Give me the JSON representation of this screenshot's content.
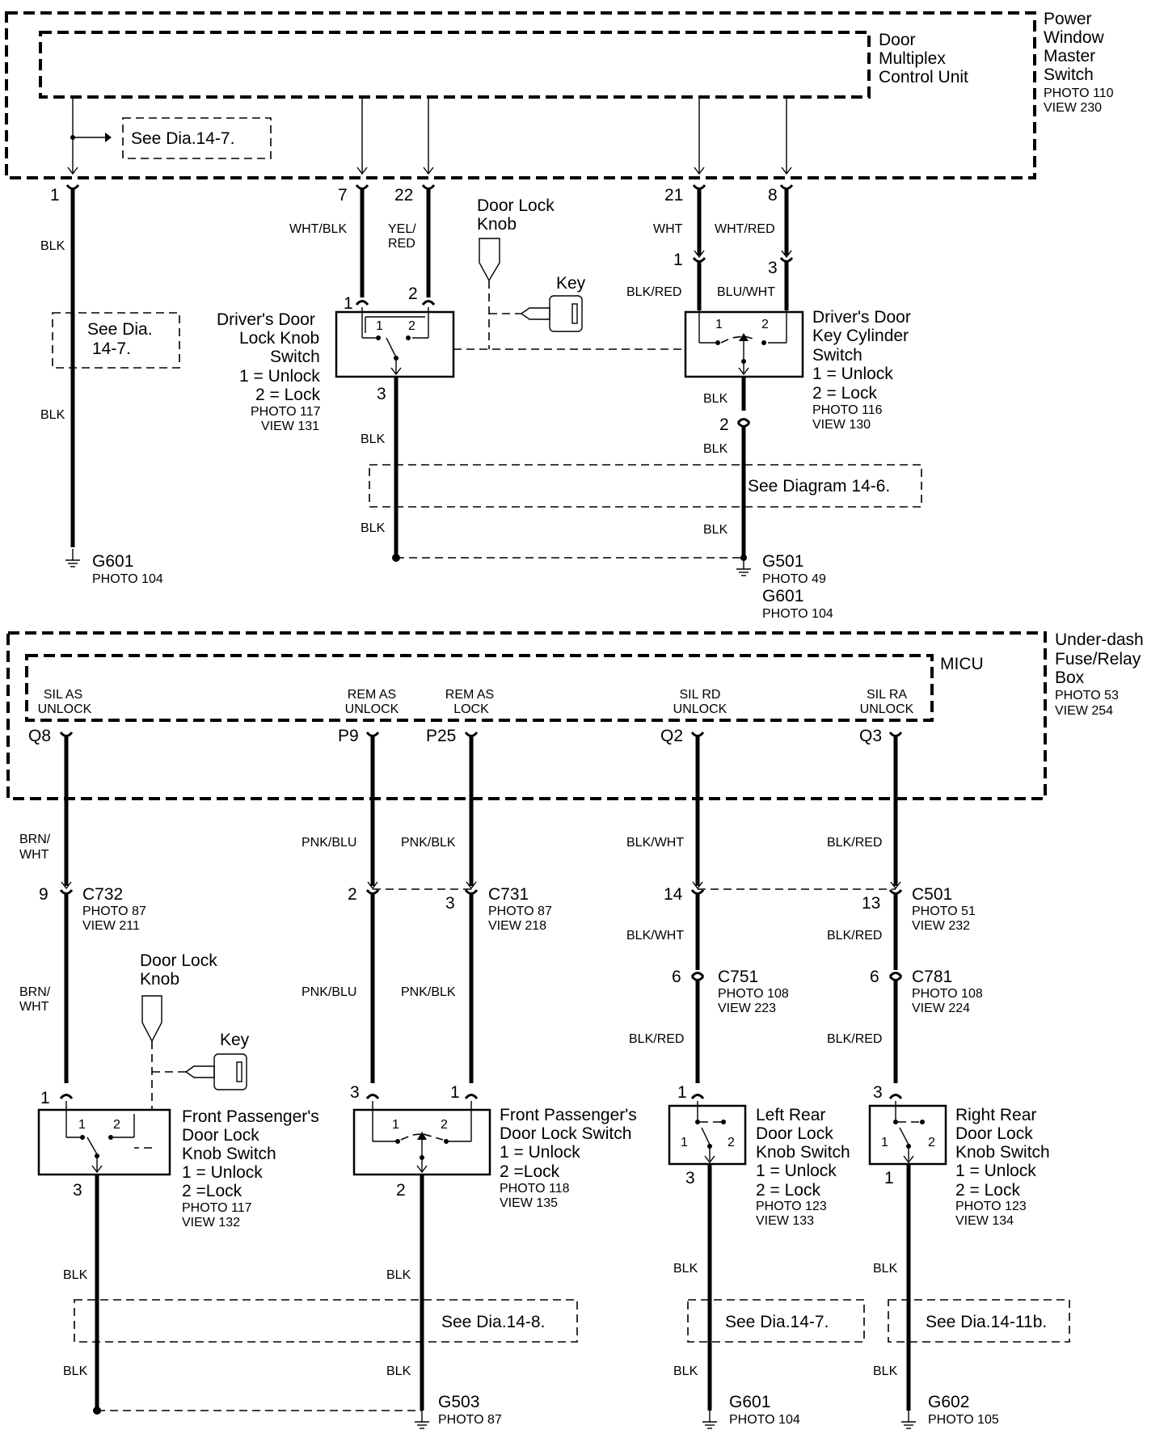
{
  "top": {
    "pwms": {
      "l1": "Power",
      "l2": "Window",
      "l3": "Master",
      "l4": "Switch",
      "photo": "PHOTO 110",
      "view": "VIEW 230"
    },
    "dmcu": {
      "l1": "Door",
      "l2": "Multiplex",
      "l3": "Control Unit"
    },
    "ref_a": "See  Dia.14-7.",
    "ref_b1": "See Dia.",
    "ref_b2": "14-7.",
    "ref_c": "See  Diagram 14-6.",
    "pins": {
      "p1": "1",
      "p7": "7",
      "p22": "22",
      "p21": "21",
      "p8": "8"
    },
    "wires": {
      "blk1": "BLK",
      "blk2": "BLK",
      "whtblk": "WHT/BLK",
      "yel": "YEL/",
      "red": "RED",
      "wht": "WHT",
      "whtred": "WHT/RED",
      "blkred": "BLK/RED",
      "bluwht": "BLU/WHT",
      "blk3": "BLK",
      "blk4": "BLK",
      "blk5": "BLK",
      "blk6": "BLK",
      "blk7": "BLK"
    },
    "knob": {
      "l1": "Door Lock",
      "l2": "Knob"
    },
    "key": "Key",
    "dlks": {
      "l1": "Driver's Door",
      "l2": "Lock Knob",
      "l3": "Switch",
      "l4": "1 = Unlock",
      "l5": "2 = Lock",
      "photo": "PHOTO 117",
      "view": "VIEW 131",
      "pin1": "1",
      "pin2": "2",
      "pin3": "3",
      "in1": "1",
      "in2": "2"
    },
    "dkcs": {
      "l1": "Driver's Door",
      "l2": "Key Cylinder",
      "l3": "Switch",
      "l4": "1 = Unlock",
      "l5": "2 = Lock",
      "photo": "PHOTO 116",
      "view": "VIEW 130",
      "pin1": "1",
      "pin3": "3",
      "pin2": "2",
      "in1": "1",
      "in2": "2"
    },
    "g601": {
      "name": "G601",
      "photo": "PHOTO 104"
    },
    "g501": {
      "name": "G501",
      "photo": "PHOTO 49",
      "name2": "G601",
      "photo2": "PHOTO 104"
    }
  },
  "bottom": {
    "udb": {
      "l1": "Under-dash",
      "l2": "Fuse/Relay",
      "l3": "Box",
      "photo": "PHOTO 53",
      "view": "VIEW 254"
    },
    "micu": "MICU",
    "terms": {
      "q8a": "SIL AS",
      "q8b": "UNLOCK",
      "p9a": "REM AS",
      "p9b": "UNLOCK",
      "p25a": "REM AS",
      "p25b": "LOCK",
      "q2a": "SIL RD",
      "q2b": "UNLOCK",
      "q3a": "SIL RA",
      "q3b": "UNLOCK"
    },
    "pins": {
      "q8": "Q8",
      "p9": "P9",
      "p25": "P25",
      "q2": "Q2",
      "q3": "Q3"
    },
    "wires": {
      "brn1": "BRN/",
      "wht1": "WHT",
      "brn2": "BRN/",
      "wht2": "WHT",
      "pnkblu1": "PNK/BLU",
      "pnkblk1": "PNK/BLK",
      "pnkblu2": "PNK/BLU",
      "pnkblk2": "PNK/BLK",
      "blkwht1": "BLK/WHT",
      "blkwht2": "BLK/WHT",
      "blkred_a": "BLK/RED",
      "blkred1": "BLK/RED",
      "blkred2": "BLK/RED",
      "blkred3": "BLK/RED",
      "blk_a": "BLK",
      "blk_b": "BLK",
      "blk_c": "BLK",
      "blk_d": "BLK",
      "blk_e": "BLK",
      "blk_f": "BLK",
      "blk_g": "BLK",
      "blk_h": "BLK"
    },
    "c732": {
      "pin": "9",
      "name": "C732",
      "photo": "PHOTO 87",
      "view": "VIEW 211"
    },
    "c731": {
      "pin1": "2",
      "pin2": "3",
      "name": "C731",
      "photo": "PHOTO 87",
      "view": "VIEW 218"
    },
    "c501": {
      "pin1": "14",
      "pin2": "13",
      "name": "C501",
      "photo": "PHOTO 51",
      "view": "VIEW 232"
    },
    "c751": {
      "pin": "6",
      "name": "C751",
      "photo": "PHOTO 108",
      "view": "VIEW 223"
    },
    "c781": {
      "pin": "6",
      "name": "C781",
      "photo": "PHOTO 108",
      "view": "VIEW 224"
    },
    "knob": {
      "l1": "Door Lock",
      "l2": "Knob"
    },
    "key": "Key",
    "fpks": {
      "l1": "Front Passenger's",
      "l2": "Door Lock",
      "l3": "Knob Switch",
      "l4": "1 = Unlock",
      "l5": "2  =Lock",
      "photo": "PHOTO 117",
      "view": "VIEW 132",
      "pin1": "1",
      "pin3": "3",
      "in1": "1",
      "in2": "2"
    },
    "fpds": {
      "l1": "Front Passenger's",
      "l2": "Door Lock Switch",
      "l3": "1 = Unlock",
      "l4": "2  =Lock",
      "photo": "PHOTO 118",
      "view": "VIEW 135",
      "pin3": "3",
      "pin1": "1",
      "pin2": "2",
      "in1": "1",
      "in2": "2"
    },
    "lrks": {
      "l1": "Left Rear",
      "l2": "Door Lock",
      "l3": "Knob Switch",
      "l4": "1 = Unlock",
      "l5": "2 = Lock",
      "photo": "PHOTO 123",
      "view": "VIEW 133",
      "pin1": "1",
      "pin3": "3",
      "in1": "1",
      "in2": "2"
    },
    "rrks": {
      "l1": "Right Rear",
      "l2": "Door Lock",
      "l3": "Knob Switch",
      "l4": "1 = Unlock",
      "l5": "2 = Lock",
      "photo": "PHOTO 123",
      "view": "VIEW 134",
      "pin3": "3",
      "pin1": "1",
      "in1": "1",
      "in2": "2"
    },
    "ref_d": "See Dia.14-8.",
    "ref_e": "See Dia.14-7.",
    "ref_f": "See Dia.14-11b.",
    "g503": {
      "name": "G503",
      "photo": "PHOTO 87"
    },
    "g601": {
      "name": "G601",
      "photo": "PHOTO 104"
    },
    "g602": {
      "name": "G602",
      "photo": "PHOTO 105"
    }
  }
}
